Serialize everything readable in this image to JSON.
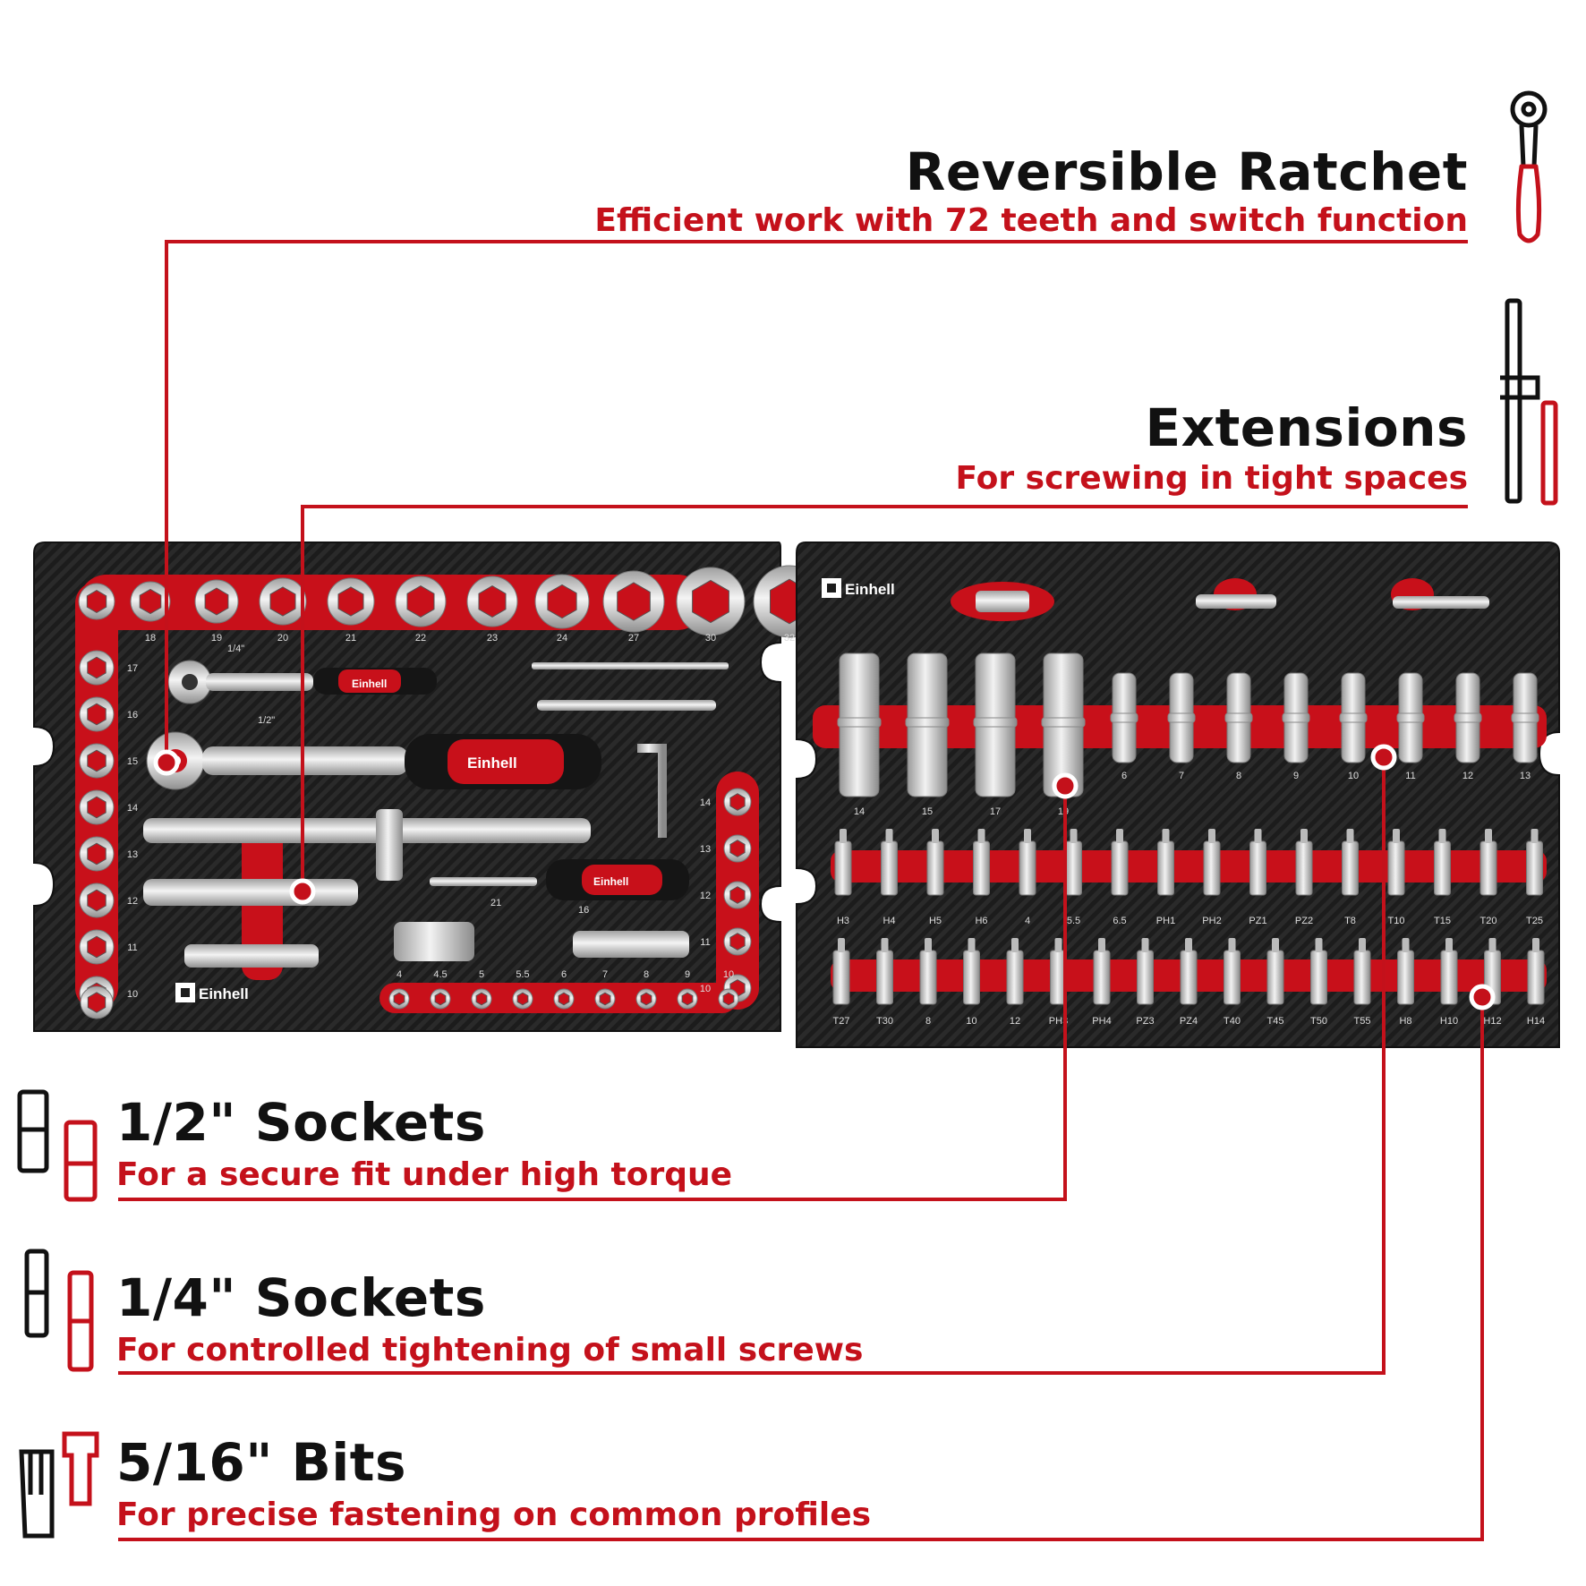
{
  "colors": {
    "accent": "#c4111b",
    "foam": "#1f1f1f",
    "text": "#111111"
  },
  "callouts": {
    "ratchet": {
      "title": "Reversible Ratchet",
      "subtitle": "Efficient work with 72 teeth and switch function",
      "icon": "ratchet-icon"
    },
    "extensions": {
      "title": "Extensions",
      "subtitle": "For screwing in tight spaces",
      "icon": "extension-bar-icon"
    },
    "half_sockets": {
      "title": "1/2\" Sockets",
      "subtitle": "For a secure fit under high torque",
      "icon": "socket-icon"
    },
    "quarter_sockets": {
      "title": "1/4\" Sockets",
      "subtitle": "For controlled tightening of small screws",
      "icon": "socket-icon"
    },
    "bits": {
      "title": "5/16\" Bits",
      "subtitle": "For precise fastening on common profiles",
      "icon": "bit-icon"
    }
  },
  "left_tray": {
    "brand": "Einhell",
    "brand_lower": "Einhell",
    "drive_labels": [
      "1/4\"",
      "1/2\""
    ],
    "top_socket_sizes": [
      "18",
      "19",
      "20",
      "21",
      "22",
      "23",
      "24",
      "27",
      "30",
      "32"
    ],
    "left_column_sizes": [
      "17",
      "16",
      "15",
      "14",
      "13",
      "12",
      "11",
      "10"
    ],
    "right_column_sizes": [
      "14",
      "13",
      "12",
      "11",
      "10"
    ],
    "bottom_row_sizes": [
      "4",
      "4.5",
      "5",
      "5.5",
      "6",
      "7",
      "8",
      "9",
      "10"
    ],
    "misc_labels": [
      "21",
      "16"
    ]
  },
  "right_tray": {
    "brand": "Einhell",
    "deep_socket_sizes": [
      "14",
      "15",
      "17",
      "19",
      "6",
      "7",
      "8",
      "9",
      "10",
      "11",
      "12",
      "13"
    ],
    "bit_row1": [
      "H3",
      "H4",
      "H5",
      "H6",
      "4",
      "5.5",
      "6.5",
      "PH1",
      "PH2",
      "PZ1",
      "PZ2",
      "T8",
      "T10",
      "T15",
      "T20",
      "T25"
    ],
    "bit_row2": [
      "T27",
      "T30",
      "8",
      "10",
      "12",
      "PH3",
      "PH4",
      "PZ3",
      "PZ4",
      "T40",
      "T45",
      "T50",
      "T55",
      "H8",
      "H10",
      "H12",
      "H14"
    ]
  }
}
